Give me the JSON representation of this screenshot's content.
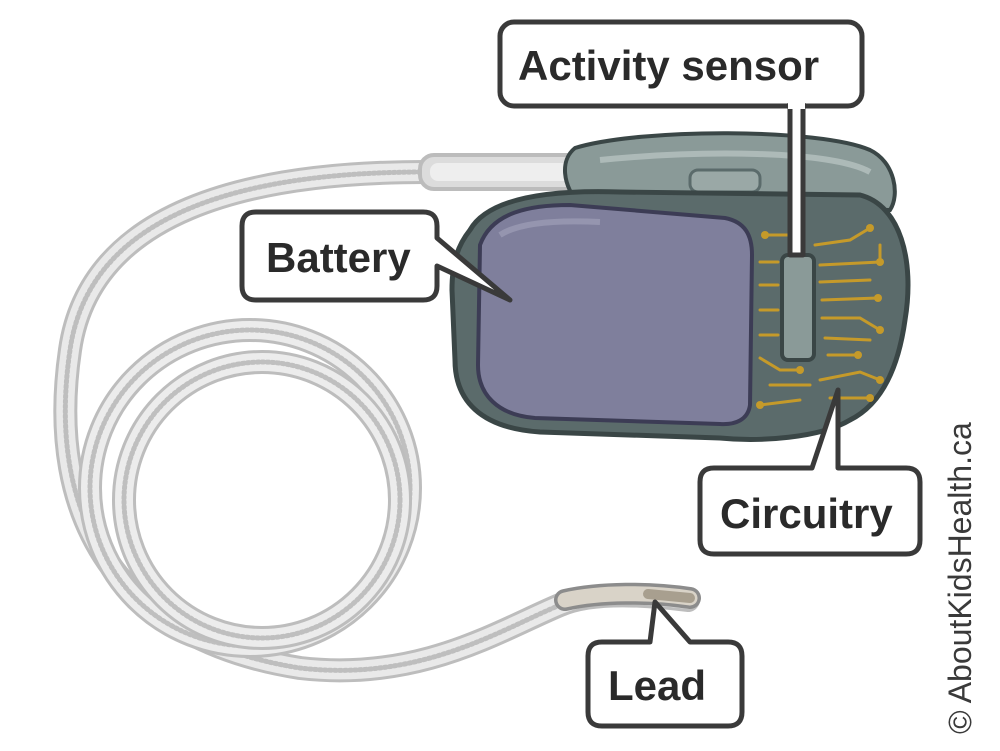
{
  "labels": {
    "activity_sensor": "Activity sensor",
    "battery": "Battery",
    "circuitry": "Circuitry",
    "lead": "Lead"
  },
  "credit": "© AboutKidsHealth.ca",
  "colors": {
    "device_body": "#5b6b6b",
    "device_outline": "#3a4646",
    "header_cap": "#8a9a98",
    "battery_fill": "#7f7f9c",
    "circuit_traces": "#c59a2a",
    "lead_wire": "#d6d6d6",
    "callout_border": "#3a3a3a"
  }
}
